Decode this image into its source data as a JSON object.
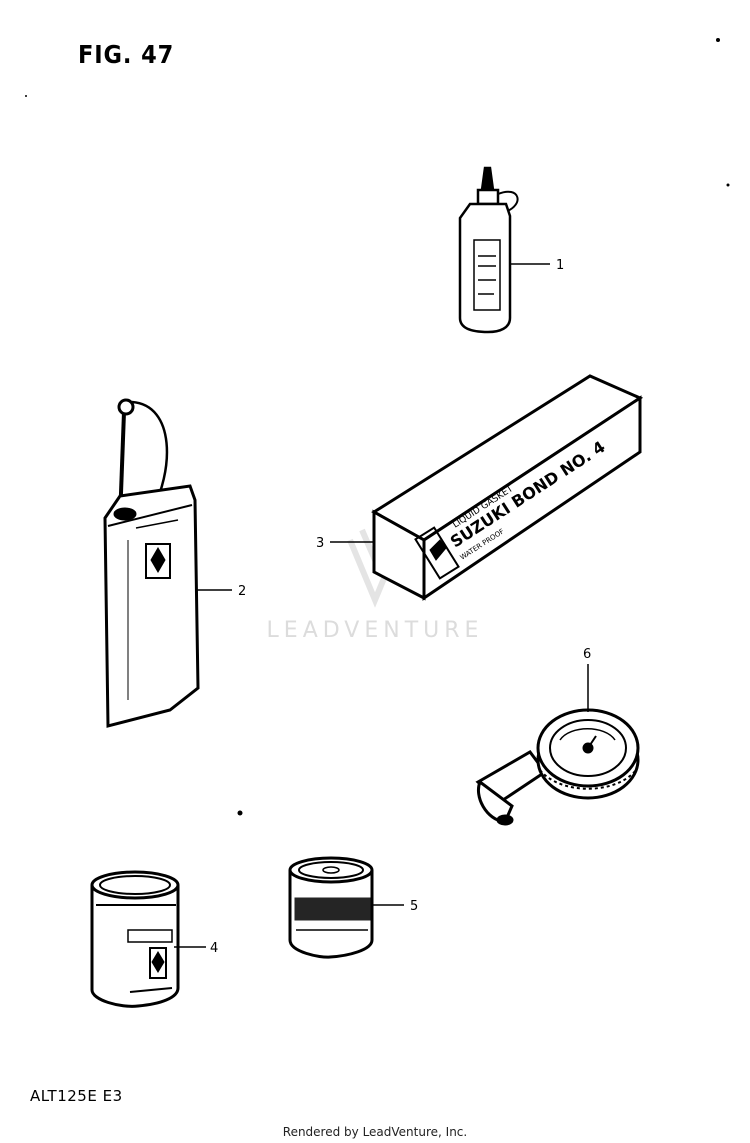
{
  "figure": {
    "title": "FIG. 47",
    "model_code": "ALT125E E3",
    "footer": "Rendered by LeadVenture, Inc.",
    "watermark": "LEADVENTURE"
  },
  "parts": [
    {
      "number": "1",
      "item": "oil-bottle"
    },
    {
      "number": "2",
      "item": "oil-can"
    },
    {
      "number": "3",
      "item": "liquid-gasket-box"
    },
    {
      "number": "4",
      "item": "large-tin"
    },
    {
      "number": "5",
      "item": "small-tin"
    },
    {
      "number": "6",
      "item": "tire-pressure-gauge"
    }
  ],
  "labels": {
    "box_top": "LIQUID GASKET",
    "box_brand": "SUZUKI BOND NO. 4",
    "box_small": "WATER PROOF"
  }
}
